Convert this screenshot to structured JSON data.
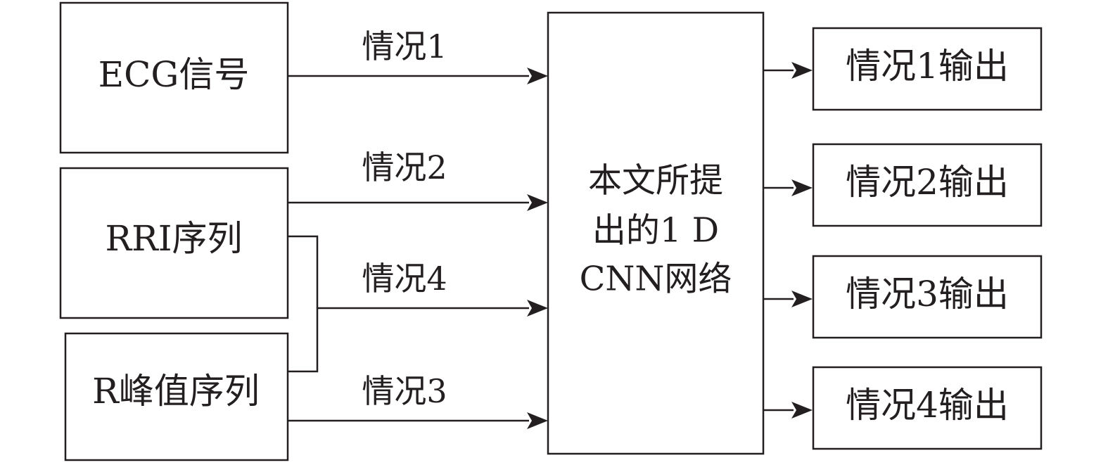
{
  "inputs": {
    "ecg": "ECG信号",
    "rri": "RRI序列",
    "rpeak": "R峰值序列"
  },
  "edges": {
    "case1": "情况1",
    "case2": "情况2",
    "case4": "情况4",
    "case3": "情况3"
  },
  "model": {
    "line1": "本文所提",
    "line2": "出的1 D",
    "line3": "CNN网络"
  },
  "outputs": {
    "out1": "情况1输出",
    "out2": "情况2输出",
    "out3": "情况3输出",
    "out4": "情况4输出"
  }
}
